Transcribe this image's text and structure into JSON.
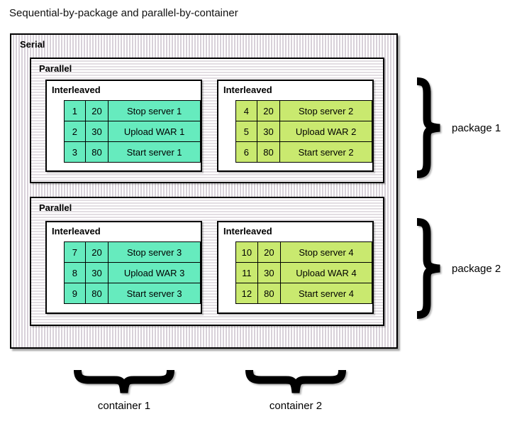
{
  "title": "Sequential-by-package and parallel-by-container",
  "colors": {
    "cell_cyan": "#66EBBE",
    "cell_green": "#C9E96F",
    "stripe_vertical": "#D8D1D9",
    "stripe_horizontal": "#E3DEE3",
    "border": "#000000"
  },
  "serial": {
    "label": "Serial",
    "parallels": [
      {
        "label": "Parallel",
        "interleaved": [
          {
            "label": "Interleaved",
            "color": "cyan",
            "rows": [
              [
                "1",
                "20",
                "Stop server 1"
              ],
              [
                "2",
                "30",
                "Upload WAR 1"
              ],
              [
                "3",
                "80",
                "Start server 1"
              ]
            ]
          },
          {
            "label": "Interleaved",
            "color": "green",
            "rows": [
              [
                "4",
                "20",
                "Stop server 2"
              ],
              [
                "5",
                "30",
                "Upload WAR 2"
              ],
              [
                "6",
                "80",
                "Start server 2"
              ]
            ]
          }
        ]
      },
      {
        "label": "Parallel",
        "interleaved": [
          {
            "label": "Interleaved",
            "color": "cyan",
            "rows": [
              [
                "7",
                "20",
                "Stop server 3"
              ],
              [
                "8",
                "30",
                "Upload WAR 3"
              ],
              [
                "9",
                "80",
                "Start server 3"
              ]
            ]
          },
          {
            "label": "Interleaved",
            "color": "green",
            "rows": [
              [
                "10",
                "20",
                "Stop server 4"
              ],
              [
                "11",
                "30",
                "Upload WAR 4"
              ],
              [
                "12",
                "80",
                "Start server 4"
              ]
            ]
          }
        ]
      }
    ]
  },
  "annotations": {
    "package_1": "package 1",
    "package_2": "package 2",
    "container_1": "container 1",
    "container_2": "container 2"
  }
}
